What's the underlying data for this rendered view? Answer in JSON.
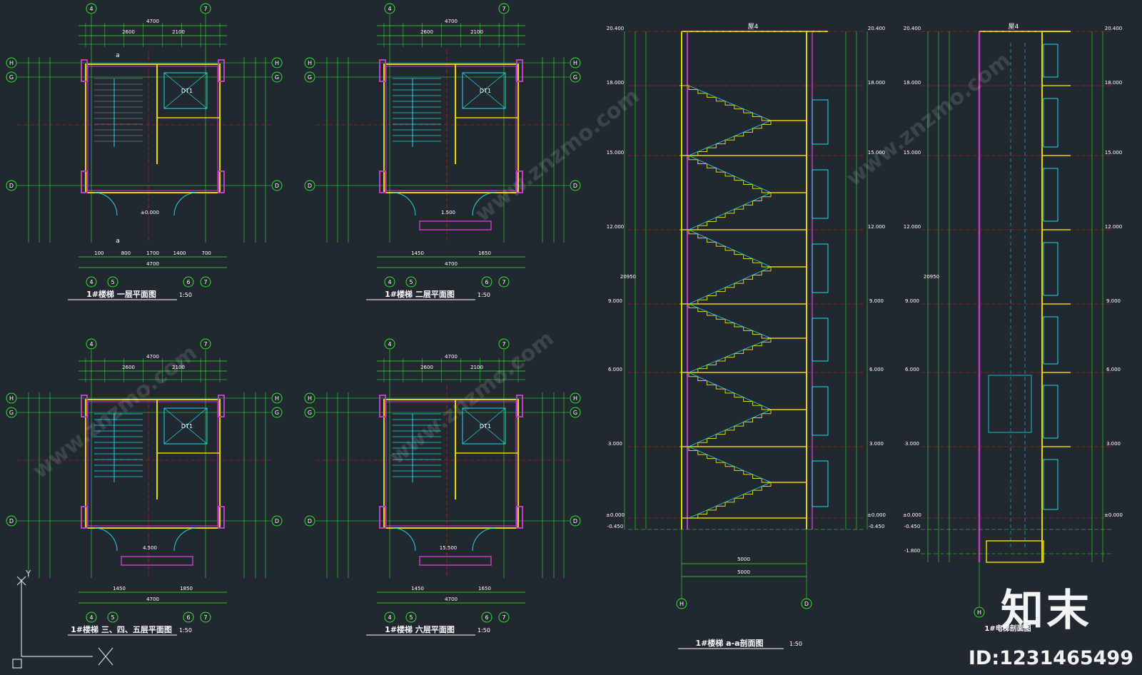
{
  "drawing": {
    "colors": {
      "background": "#212830",
      "dimension": "#2ee82e",
      "wall": "#e6d400",
      "partition": "#c03cc0",
      "stair": "#20d8e8",
      "text": "#ffffff",
      "axis_red": "#e02020"
    },
    "plans": [
      {
        "id": "p1",
        "title": "1#楼梯 一层平面图",
        "scale": "1:50",
        "axis_top": [
          "4",
          "7"
        ],
        "axis_bottom": [
          "4",
          "5",
          "6",
          "7"
        ],
        "axis_side": [
          "H",
          "G",
          "D"
        ],
        "total_width": "4700",
        "top_dims": [
          "2600",
          "2100"
        ],
        "bottom_dims": [
          "100",
          "800",
          "1700",
          "1400",
          "700"
        ],
        "elev": "±0.000",
        "elevator": "DT1",
        "section_mark": "a"
      },
      {
        "id": "p2",
        "title": "1#楼梯 二层平面图",
        "scale": "1:50",
        "axis_top": [
          "4",
          "7"
        ],
        "axis_bottom": [
          "4",
          "5",
          "6",
          "7"
        ],
        "axis_side": [
          "H",
          "G",
          "D"
        ],
        "total_width": "4700",
        "top_dims": [
          "2600",
          "2100"
        ],
        "bottom_dims": [
          "1450",
          "1650"
        ],
        "elev": "1.500",
        "elevator": "DT1",
        "section_mark": ""
      },
      {
        "id": "p3",
        "title": "1#楼梯 三、四、五层平面图",
        "scale": "1:50",
        "axis_top": [
          "4",
          "7"
        ],
        "axis_bottom": [
          "4",
          "5",
          "6",
          "7"
        ],
        "axis_side": [
          "H",
          "G",
          "D"
        ],
        "total_width": "4700",
        "top_dims": [
          "2600",
          "2100"
        ],
        "bottom_dims": [
          "1450",
          "1850"
        ],
        "elev": "4.500",
        "elevator": "DT1",
        "section_mark": ""
      },
      {
        "id": "p4",
        "title": "1#楼梯 六层平面图",
        "scale": "1:50",
        "axis_top": [
          "4",
          "7"
        ],
        "axis_bottom": [
          "4",
          "5",
          "6",
          "7"
        ],
        "axis_side": [
          "H",
          "G",
          "D"
        ],
        "total_width": "4700",
        "top_dims": [
          "2600",
          "2100"
        ],
        "bottom_dims": [
          "1450",
          "1650"
        ],
        "elev": "15.500",
        "elevator": "DT1",
        "section_mark": ""
      }
    ],
    "section": {
      "title": "1#楼梯 a-a剖面图",
      "scale": "1:50",
      "axis_bottom": [
        "H",
        "D"
      ],
      "width_dim": "5000",
      "roof_label": "屋4",
      "levels": [
        "20.400",
        "18.000",
        "15.000",
        "12.000",
        "9.000",
        "6.000",
        "3.000",
        "±0.000",
        "-0.450"
      ],
      "total_height": "20950"
    },
    "elevator_section": {
      "title": "1#电梯剖面图",
      "roof_label": "屋4",
      "levels": [
        "20.400",
        "18.000",
        "15.000",
        "12.000",
        "9.000",
        "6.000",
        "3.000",
        "±0.000",
        "-0.450",
        "-1.800"
      ],
      "total_height": "20950",
      "axis_bottom": [
        "H"
      ]
    },
    "ucs": {
      "y_label": "Y"
    }
  },
  "watermark": {
    "brand": "知末",
    "id_label": "ID:1231465499",
    "site": "www.znzmo.com"
  }
}
